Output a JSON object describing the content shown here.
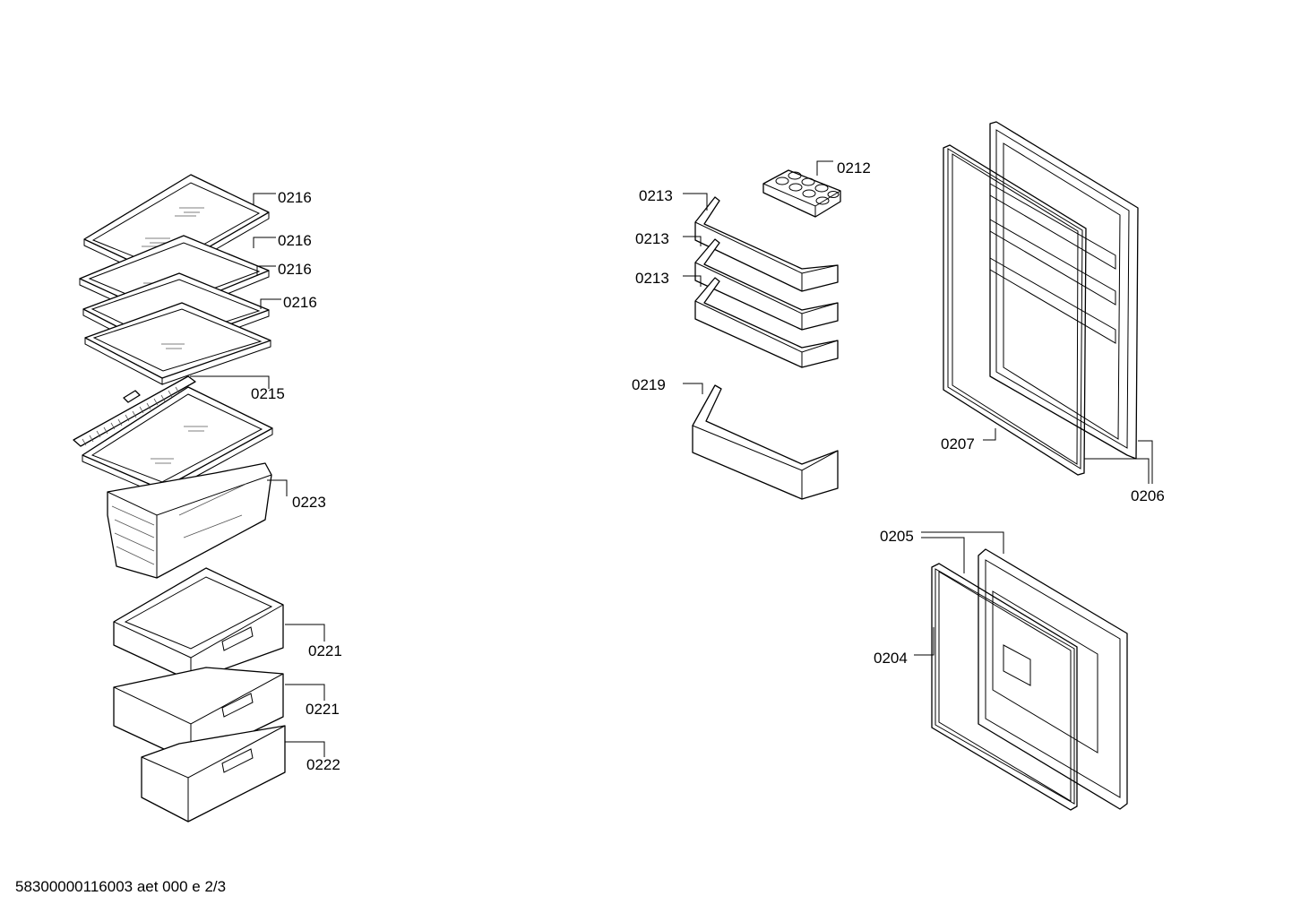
{
  "callouts": {
    "c0216a": "0216",
    "c0216b": "0216",
    "c0216c": "0216",
    "c0216d": "0216",
    "c0215": "0215",
    "c0223": "0223",
    "c0221a": "0221",
    "c0221b": "0221",
    "c0222": "0222",
    "c0212": "0212",
    "c0213a": "0213",
    "c0213b": "0213",
    "c0213c": "0213",
    "c0219": "0219",
    "c0207": "0207",
    "c0206": "0206",
    "c0205": "0205",
    "c0204": "0204"
  },
  "footer": {
    "text": "58300000116003 aet 000 e 2/3"
  }
}
